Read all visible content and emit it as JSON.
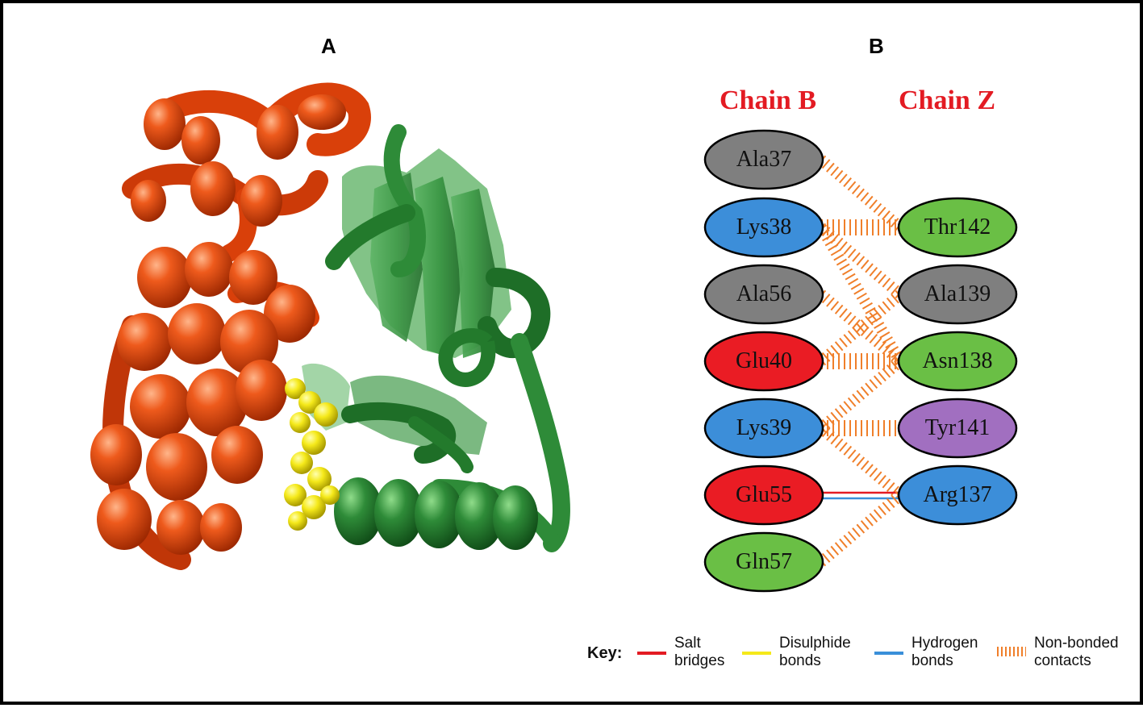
{
  "figure": {
    "panel_a_label": "A",
    "panel_b_label": "B"
  },
  "colors": {
    "chain_b_ribbon": "#e0400a",
    "chain_z_ribbon": "#2e8b38",
    "disulphide": "#f5e91a",
    "salt_bridge": "#e31b23",
    "hydrogen_bond": "#3a8fd9",
    "non_bonded": "#f07f2a",
    "res_blue": "#3c8ed9",
    "res_grey": "#7f7f7f",
    "res_red": "#ea1c24",
    "res_green": "#6abf45",
    "res_purple": "#a16fc0"
  },
  "diagram": {
    "chain_b_title": "Chain B",
    "chain_z_title": "Chain Z",
    "chain_b_residues": [
      {
        "id": "Ala37",
        "color": "#7f7f7f"
      },
      {
        "id": "Lys38",
        "color": "#3c8ed9"
      },
      {
        "id": "Ala56",
        "color": "#7f7f7f"
      },
      {
        "id": "Glu40",
        "color": "#ea1c24"
      },
      {
        "id": "Lys39",
        "color": "#3c8ed9"
      },
      {
        "id": "Glu55",
        "color": "#ea1c24"
      },
      {
        "id": "Gln57",
        "color": "#6abf45"
      }
    ],
    "chain_z_residues": [
      {
        "id": "Thr142",
        "color": "#6abf45"
      },
      {
        "id": "Ala139",
        "color": "#7f7f7f"
      },
      {
        "id": "Asn138",
        "color": "#6abf45"
      },
      {
        "id": "Tyr141",
        "color": "#a16fc0"
      },
      {
        "id": "Arg137",
        "color": "#3c8ed9"
      }
    ],
    "interactions": [
      {
        "from": "Ala37",
        "to": "Thr142",
        "type": "non_bonded"
      },
      {
        "from": "Lys38",
        "to": "Thr142",
        "type": "non_bonded"
      },
      {
        "from": "Lys38",
        "to": "Ala139",
        "type": "non_bonded"
      },
      {
        "from": "Lys38",
        "to": "Asn138",
        "type": "non_bonded"
      },
      {
        "from": "Ala56",
        "to": "Asn138",
        "type": "non_bonded"
      },
      {
        "from": "Glu40",
        "to": "Asn138",
        "type": "non_bonded"
      },
      {
        "from": "Glu40",
        "to": "Ala139",
        "type": "non_bonded"
      },
      {
        "from": "Lys39",
        "to": "Asn138",
        "type": "non_bonded"
      },
      {
        "from": "Lys39",
        "to": "Tyr141",
        "type": "non_bonded"
      },
      {
        "from": "Lys39",
        "to": "Arg137",
        "type": "non_bonded"
      },
      {
        "from": "Glu55",
        "to": "Arg137",
        "type": "salt_bridge"
      },
      {
        "from": "Glu55",
        "to": "Arg137",
        "type": "hydrogen_bond"
      },
      {
        "from": "Gln57",
        "to": "Arg137",
        "type": "non_bonded"
      }
    ]
  },
  "key": {
    "title": "Key:",
    "items": [
      {
        "line1": "Salt",
        "line2": "bridges",
        "color": "#e31b23",
        "style": "solid"
      },
      {
        "line1": "Disulphide",
        "line2": "bonds",
        "color": "#f5e91a",
        "style": "solid"
      },
      {
        "line1": "Hydrogen",
        "line2": "bonds",
        "color": "#3a8fd9",
        "style": "solid"
      },
      {
        "line1": "Non-bonded",
        "line2": "contacts",
        "color": "#f07f2a",
        "style": "hatched"
      }
    ]
  }
}
